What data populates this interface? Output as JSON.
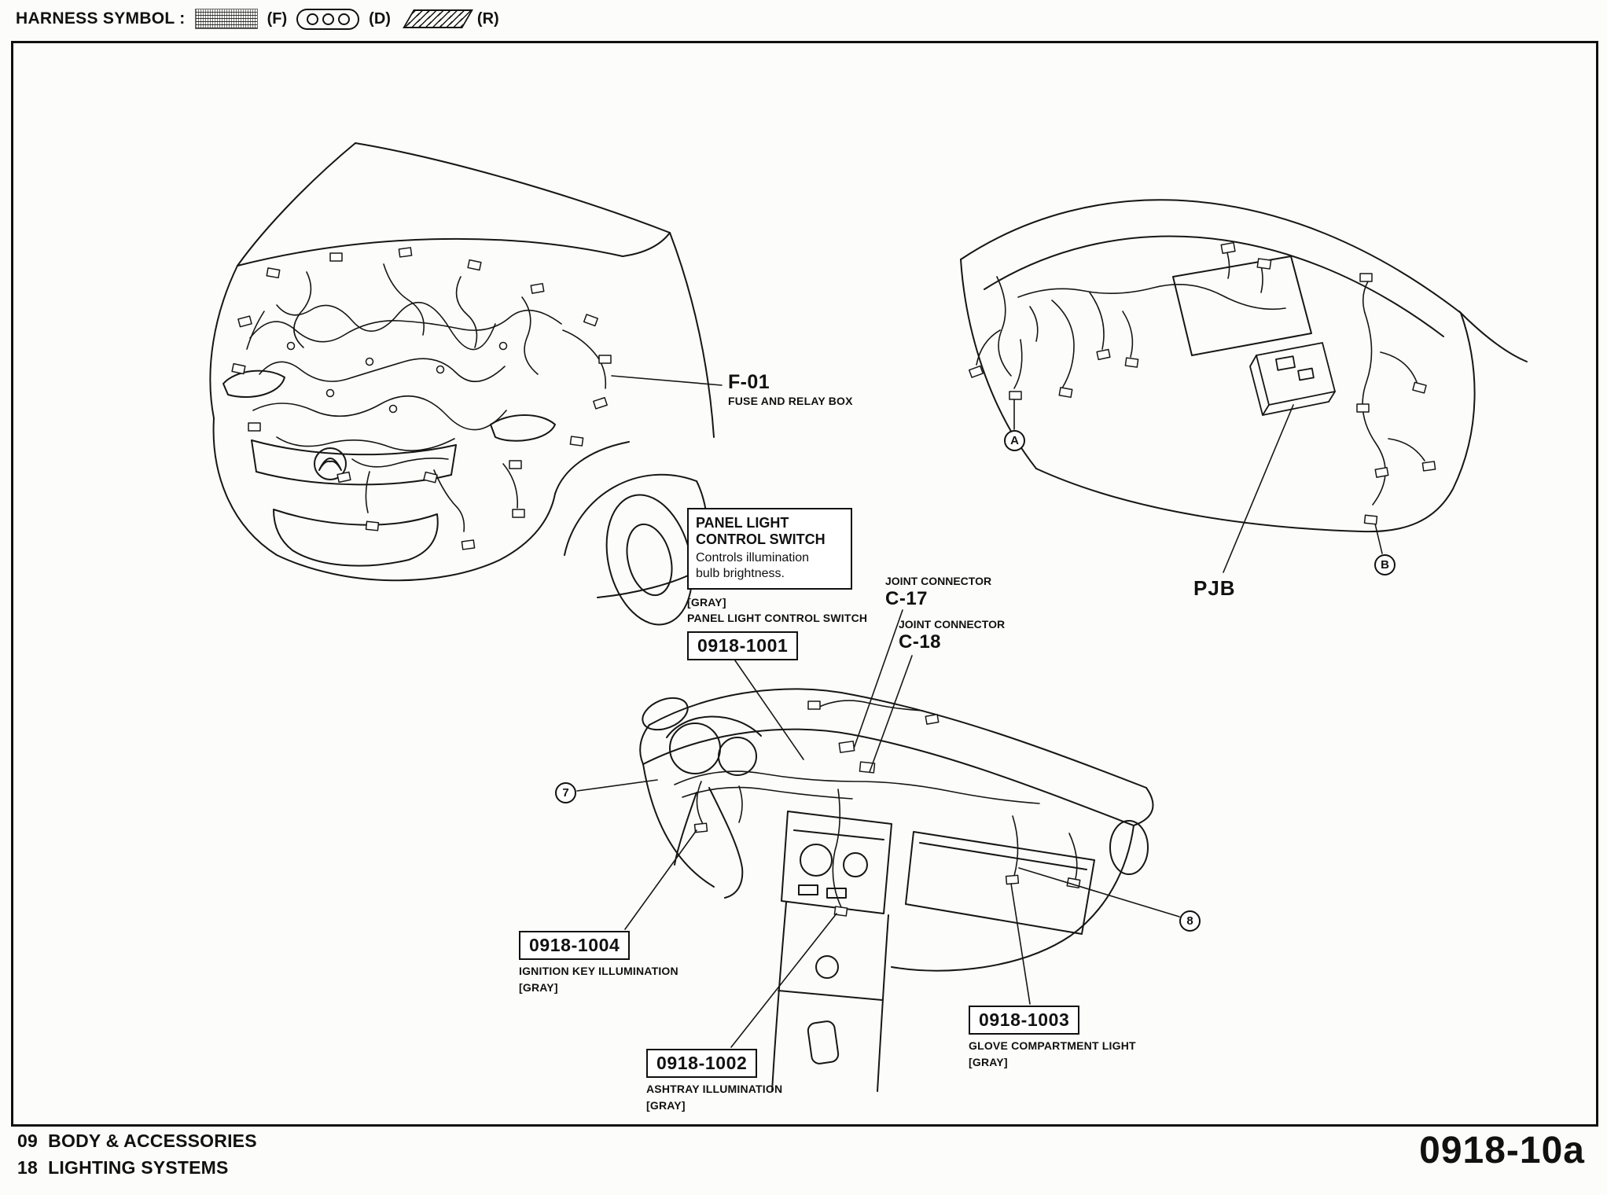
{
  "page": {
    "code": "0918-10a",
    "section_line1": "09  BODY & ACCESSORIES",
    "section_line2": "18  LIGHTING SYSTEMS"
  },
  "legend": {
    "label": "HARNESS SYMBOL :",
    "front_label": "(F)",
    "dash_label": "(D)",
    "rear_label": "(R)"
  },
  "callouts": {
    "fuse_box": {
      "code": "F-01",
      "desc": "FUSE AND RELAY BOX"
    },
    "pjb_label": "PJB",
    "panel_light_switch": {
      "title1": "PANEL LIGHT",
      "title2": "CONTROL SWITCH",
      "desc": "Controls illumination bulb brightness.",
      "color": "[GRAY]",
      "name": "PANEL LIGHT CONTROL SWITCH",
      "code": "0918-1001"
    },
    "joint_c17": {
      "label": "JOINT CONNECTOR",
      "code": "C-17"
    },
    "joint_c18": {
      "label": "JOINT CONNECTOR",
      "code": "C-18"
    },
    "ignition": {
      "code": "0918-1004",
      "desc": "IGNITION KEY ILLUMINATION",
      "color": "[GRAY]"
    },
    "ashtray": {
      "code": "0918-1002",
      "desc": "ASHTRAY ILLUMINATION",
      "color": "[GRAY]"
    },
    "glove": {
      "code": "0918-1003",
      "desc": "GLOVE COMPARTMENT LIGHT",
      "color": "[GRAY]"
    }
  },
  "markers": {
    "a": "A",
    "b": "B",
    "n7": "7",
    "n8": "8"
  }
}
